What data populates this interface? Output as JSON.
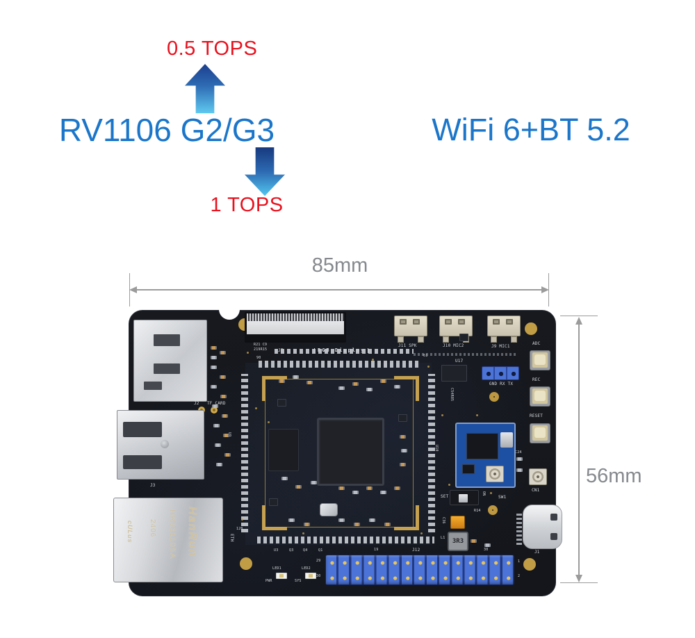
{
  "annotations": {
    "tops_up": "0.5 TOPS",
    "soc": "RV1106 G2/G3",
    "tops_down": "1 TOPS",
    "wireless": "WiFi 6+BT 5.2"
  },
  "dimensions": {
    "width": "85mm",
    "height": "56mm"
  },
  "colors": {
    "annotation_red": "#e8111e",
    "annotation_blue": "#1b76ca",
    "dimension_gray": "#85898d",
    "pcb": "#16181e",
    "gold": "#c19d45",
    "gpio_header_blue": "#4c74d8",
    "wifi_module_blue": "#1d4fa3"
  },
  "board": {
    "ethernet": {
      "brand": "HanRun",
      "model": "HR911105A",
      "date": "2406",
      "cert": "cULus"
    },
    "silkscreen": {
      "j2": "J2",
      "tf_card": "TF_CARD",
      "j3": "J3",
      "eth": "ETH",
      "r21c9": "R21 C9",
      "r219": "219R15",
      "j7": "J7",
      "rgb_display": "RGB Display",
      "spk": "J11 SPK",
      "mic2": "J10 MIC2",
      "mic1": "J9 MIC1",
      "adc": "ADC",
      "rec": "REC",
      "reset": "RESET",
      "u17": "U17",
      "uart": "GND RX TX",
      "c54r85": "C54R85",
      "c24": "C24",
      "n90": "90",
      "n61": "61",
      "n120": "120",
      "u9": "U9",
      "u10": "U10",
      "set": "SET",
      "on": "ON",
      "sw1": "SW1",
      "r14": "R14",
      "c36": "C36",
      "l1": "L1",
      "ind": "3R3",
      "cn1": "CN1",
      "j1": "J1",
      "j12": "J12",
      "n19": "19",
      "n29": "29",
      "n30": "30",
      "n1": "1",
      "n2": "2",
      "u3": "U3",
      "q3": "Q3",
      "q4": "Q4",
      "q1": "Q1",
      "led1": "LED1",
      "led2": "LED2",
      "pwr": "PWR",
      "sys": "SYS"
    }
  }
}
